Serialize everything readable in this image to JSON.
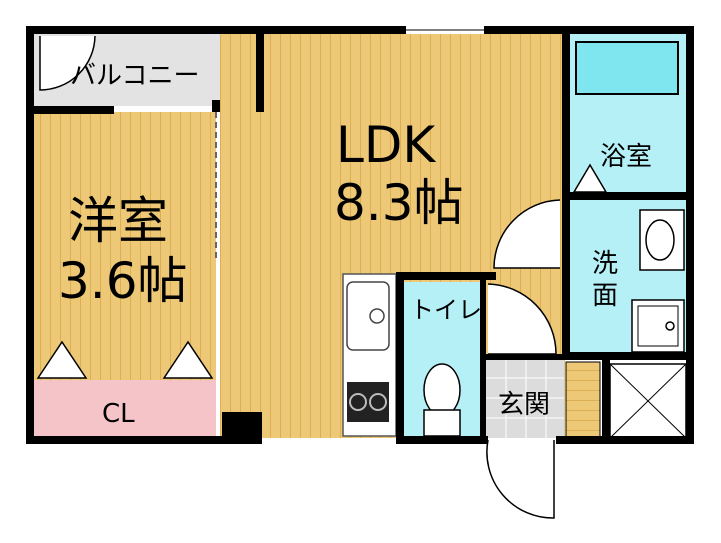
{
  "rooms": {
    "balcony": {
      "label": "バルコニー"
    },
    "western_room": {
      "name": "洋室",
      "size": "3.6帖"
    },
    "closet": {
      "label": "CL"
    },
    "ldk": {
      "name": "LDK",
      "size": "8.3帖"
    },
    "bathroom": {
      "label": "浴室"
    },
    "washroom": {
      "label_top": "洗",
      "label_bottom": "面"
    },
    "toilet": {
      "label": "トイレ"
    },
    "entrance": {
      "label": "玄関"
    }
  },
  "colors": {
    "wood_floor": "#edc977",
    "wood_stripe": "#d9a84a",
    "balcony": "#e3e3e3",
    "closet": "#f5c4c9",
    "wet_area": "#b6f0f7",
    "bathtub": "#7fe6f0",
    "entrance": "#dcdcdc",
    "wall": "#000000"
  }
}
